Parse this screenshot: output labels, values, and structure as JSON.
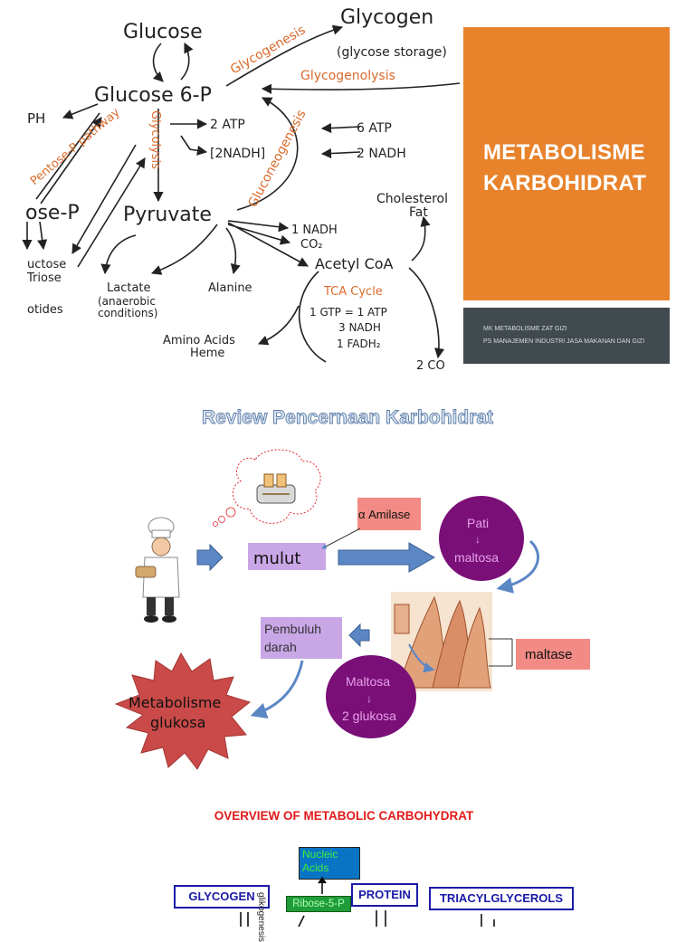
{
  "slide1": {
    "title_line1": "METABOLISME",
    "title_line2": "KARBOHIDRAT",
    "info_line1": "MK METABOLISME ZAT GIZI",
    "info_line2": "PS MANAJEMEN INDUSTRI JASA MAKANAN DAN GIZI",
    "pathway": {
      "glucose": "Glucose",
      "glycogen": "Glycogen",
      "glycose_storage": "(glycose storage)",
      "glycogenesis": "Glycogenesis",
      "glycogenolysis": "Glycogenolysis",
      "glucose6p": "Glucose 6-P",
      "ph": "PH",
      "pentose_pathway": "Pentose-P pathway",
      "glycolysis": "Glycolysis",
      "gluconeogenesis": "Gluconeogenesis",
      "atp2": "2 ATP",
      "nadh2_bracket": "[2NADH]",
      "atp6": "6 ATP",
      "nadh2": "2 NADH",
      "ose_p": "ose-P",
      "pyruvate": "Pyruvate",
      "cholesterol": "Cholesterol",
      "fat": "Fat",
      "nadh1": "1 NADH",
      "co2": "CO₂",
      "acetyl_coa": "Acetyl CoA",
      "ructose": "uctose",
      "triose": "Triose",
      "lactate": "Lactate",
      "anaerobic": "(anaerobic",
      "conditions": "conditions)",
      "alanine": "Alanine",
      "tca": "TCA Cycle",
      "gtp": "1 GTP = 1 ATP",
      "nadh3": "3 NADH",
      "fadh": "1 FADH₂",
      "otides": "otides",
      "amino_acids": "Amino Acids",
      "heme": "Heme",
      "co2_cut": "2 CO"
    }
  },
  "slide2": {
    "title": "Review Pencernaan Karbohidrat",
    "amilase": "α Amilase",
    "mulut": "mulut",
    "pati": "Pati",
    "maltosa": "maltosa",
    "pembuluh_line1": "Pembuluh",
    "pembuluh_line2": "darah",
    "maltase": "maltase",
    "maltosa2": "Maltosa",
    "glukosa2": "2 glukosa",
    "metab_line1": "Metabolisme",
    "metab_line2": "glukosa",
    "colors": {
      "purple": "#7a0f78",
      "lilac": "#c9a6e6",
      "salmon": "#f28b85",
      "arrow": "#5b87c4",
      "star": "#c94a48"
    }
  },
  "slide3": {
    "title": "OVERVIEW OF METABOLIC CARBOHYDRAT",
    "glycogen": "GLYCOGEN",
    "nucleic_line1": "Nucleic",
    "nucleic_line2": "Acids",
    "ribose": "Ribose-5-P",
    "protein": "PROTEIN",
    "triacyl": "TRIACYLGLYCEROLS",
    "glikogenesis": "glikogenesis"
  }
}
